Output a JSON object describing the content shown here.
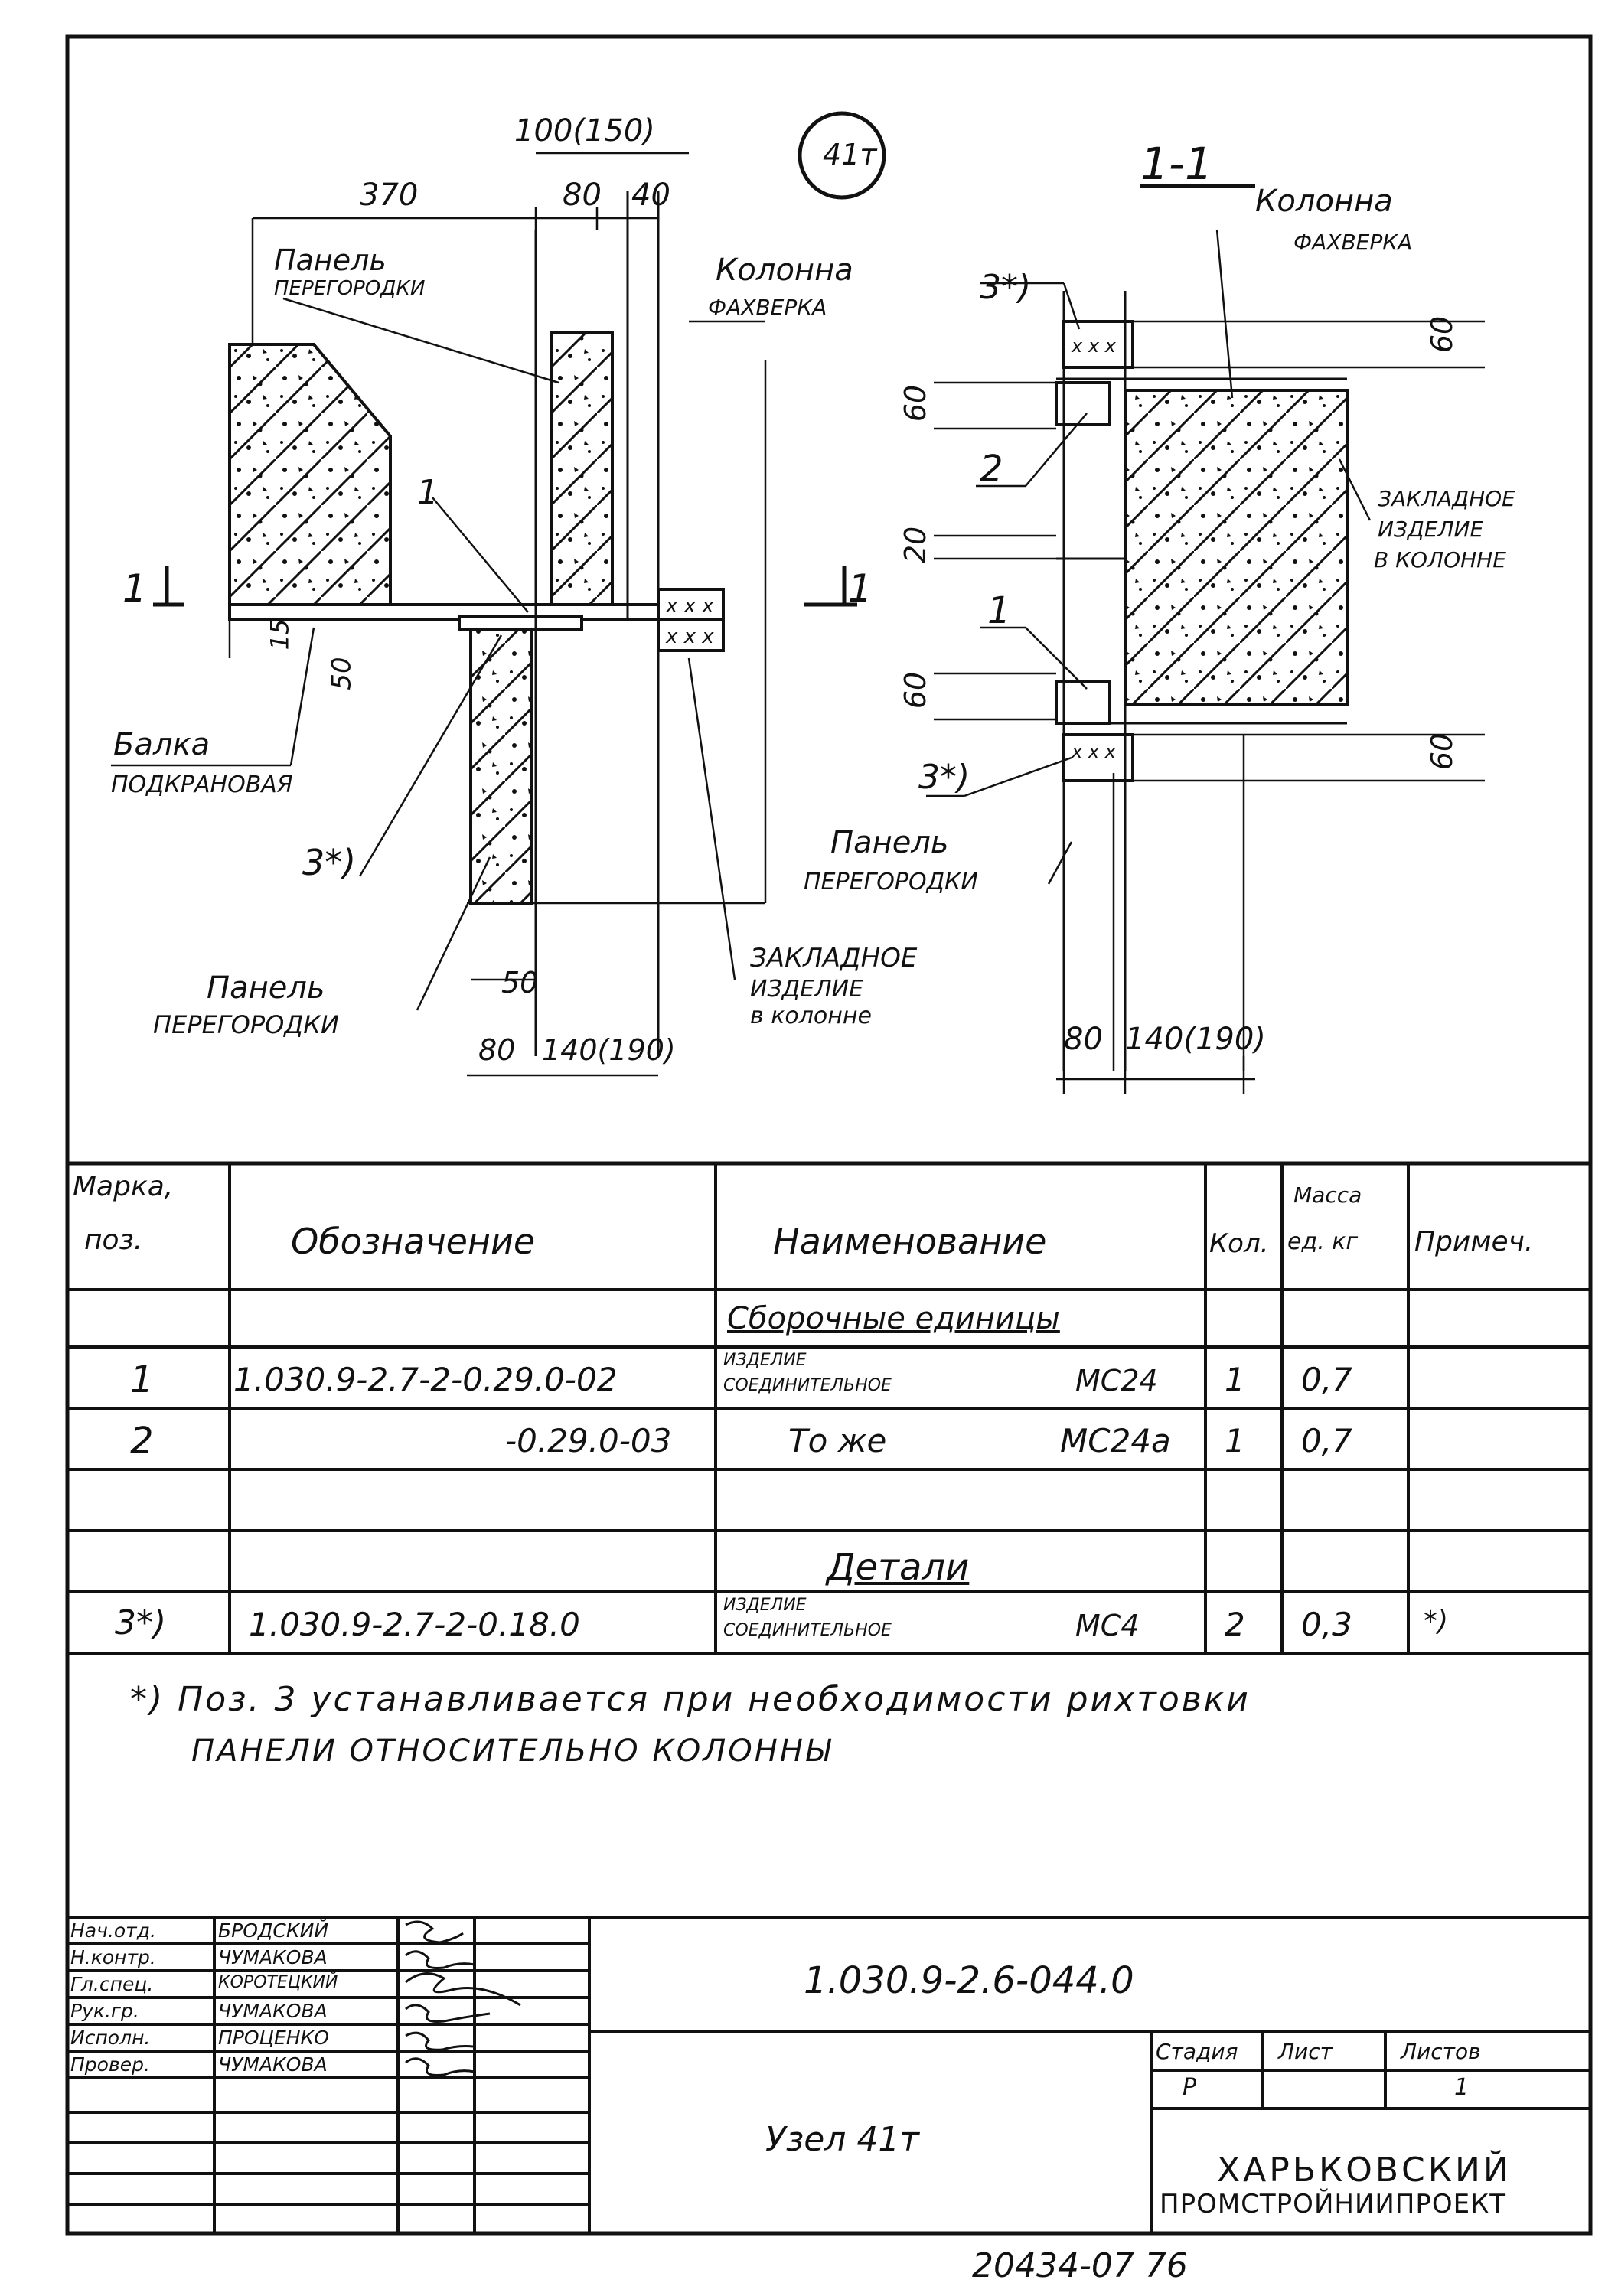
{
  "node_badge": "41т",
  "section_label": "1-1",
  "section_marks": {
    "left": "1",
    "right": "1"
  },
  "dims": {
    "top_total": "100(150)",
    "d370": "370",
    "d80_top": "80",
    "d40": "40",
    "d15": "15",
    "d50_mid": "50",
    "d50_low": "50",
    "d80_bot": "80",
    "d140_bot": "140(190)",
    "r60_top": "60",
    "r60_a": "60",
    "r20": "20",
    "r60_b": "60",
    "r60_bot": "60",
    "r80_bot": "80",
    "r140_bot": "140(190)"
  },
  "left_labels": {
    "panel_top_1": "Панель",
    "panel_top_2": "перегородки",
    "column_1": "Колонна",
    "column_2": "фахверка",
    "beam_1": "Балка",
    "beam_2": "подкрановая",
    "pos1": "1",
    "pos3": "3*)",
    "panel_bot_1": "Панель",
    "panel_bot_2": "перегородки",
    "embed_1": "Закладное",
    "embed_2": "изделие",
    "embed_3": "в колонне"
  },
  "right_labels": {
    "column_1": "Колонна",
    "column_2": "фахверка",
    "pos3_top": "3*)",
    "pos2": "2",
    "pos1": "1",
    "pos3_bot": "3*)",
    "embed_1": "Закладное",
    "embed_2": "изделие",
    "embed_3": "в колонне",
    "panel_1": "Панель",
    "panel_2": "перегородки"
  },
  "spec": {
    "headers": {
      "mark_1": "Марка,",
      "mark_2": "поз.",
      "designation": "Обозначение",
      "name": "Наименование",
      "qty": "Кол.",
      "mass_1": "Масса",
      "mass_2": "ед. кг",
      "note": "Примеч."
    },
    "section_assemblies": "Сборочные единицы",
    "section_details": "Детали",
    "rows": [
      {
        "mark": "1",
        "designation": "1.030.9-2.7-2-0.29.0-02",
        "name_1": "Изделие",
        "name_2": "соединительное",
        "code": "МС24",
        "qty": "1",
        "mass": "0,7",
        "note": ""
      },
      {
        "mark": "2",
        "designation": "-0.29.0-03",
        "name_1": "То же",
        "name_2": "",
        "code": "МС24а",
        "qty": "1",
        "mass": "0,7",
        "note": ""
      },
      {
        "mark": "3*)",
        "designation": "1.030.9-2.7-2-0.18.0",
        "name_1": "Изделие",
        "name_2": "соединительное",
        "code": "МС4",
        "qty": "2",
        "mass": "0,3",
        "note": "*)"
      }
    ]
  },
  "footnote_1": "*) Поз. 3 устанавливается при необходимости рихтовки",
  "footnote_2": "панели относительно колонны",
  "title_block": {
    "roles": [
      "Нач.отд.",
      "Н.контр.",
      "Гл.спец.",
      "Рук.гр.",
      "Исполн.",
      "Провер."
    ],
    "names": [
      "Бродский",
      "Чумакова",
      "Коротецкий",
      "Чумакова",
      "Проценко",
      "Чумакова"
    ],
    "doc_code": "1.030.9-2.6-044.0",
    "title": "Узел 41т",
    "stage_label": "Стадия",
    "sheet_label": "Лист",
    "sheets_label": "Листов",
    "stage": "Р",
    "sheets": "1",
    "org_1": "ХАРЬКОВСКИЙ",
    "org_2": "ПРОМСТРОЙНИИПРОЕКТ"
  },
  "bottom_stamp": "20434-07   76"
}
